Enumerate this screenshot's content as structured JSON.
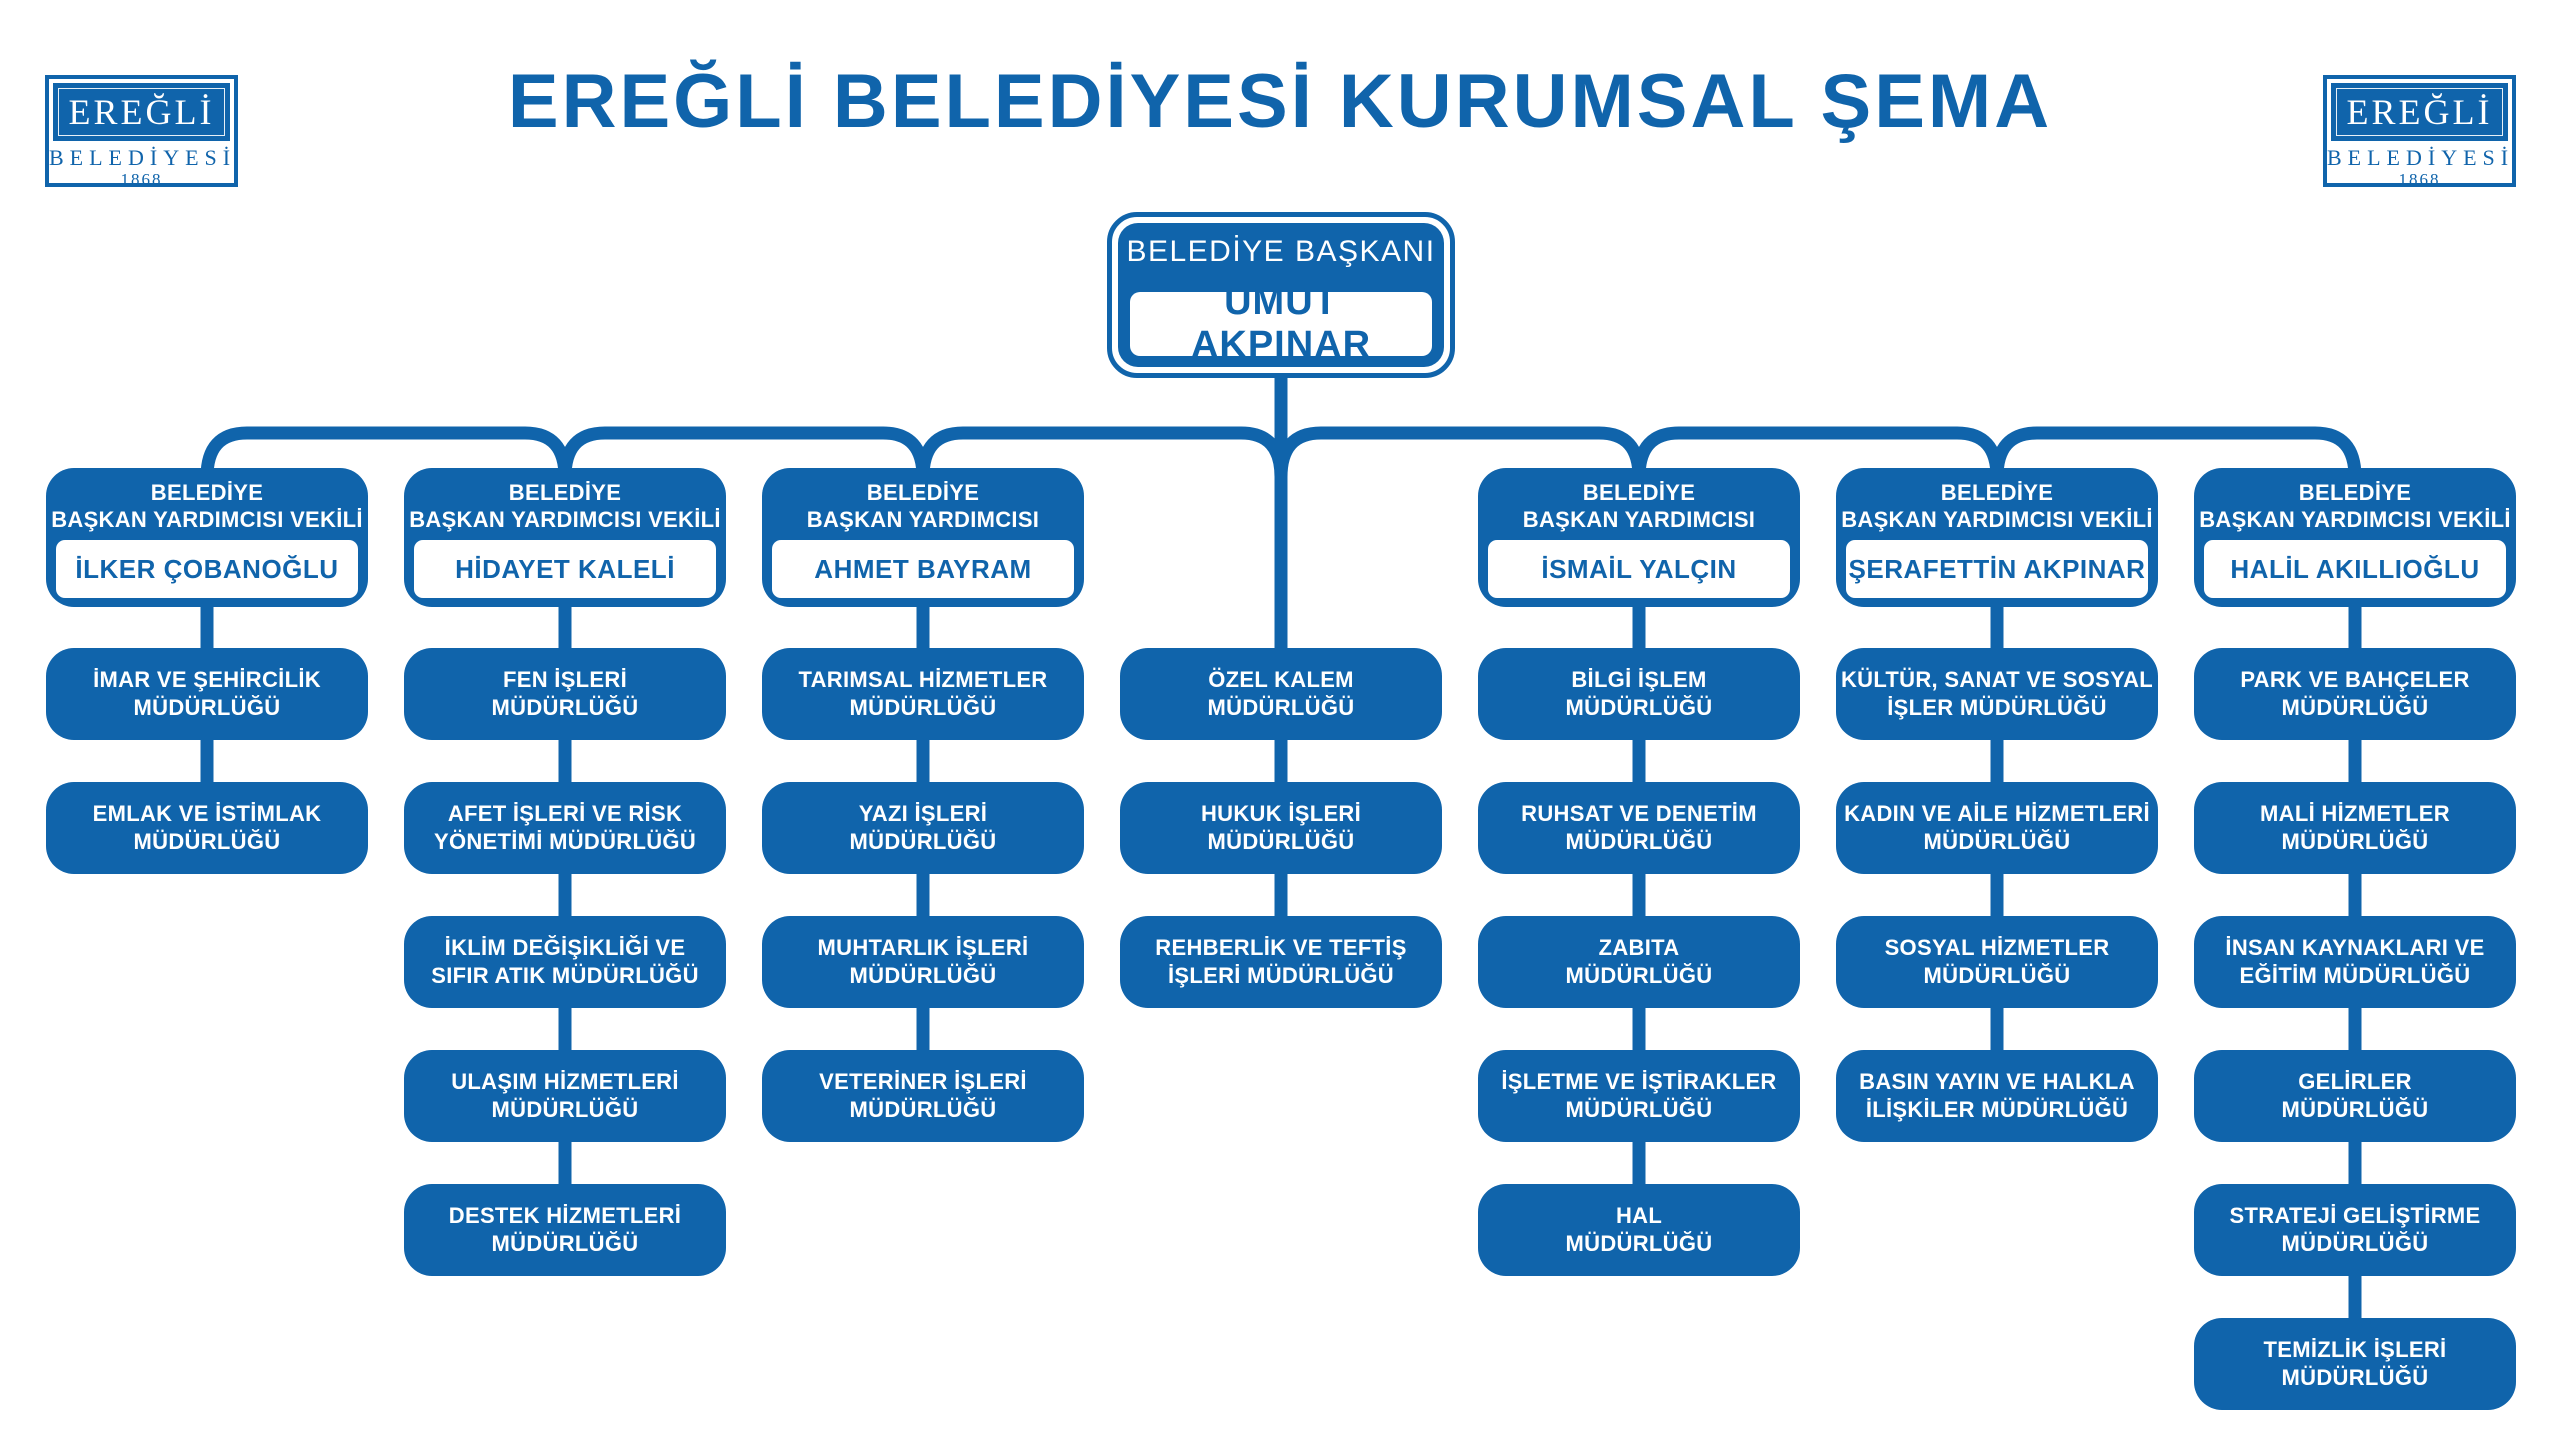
{
  "page_title": "EREĞLİ BELEDİYESİ KURUMSAL ŞEMA",
  "colors": {
    "primary_blue": "#1064ab",
    "text_on_blue": "#ffffff"
  },
  "logo": {
    "name": "EREĞLİ",
    "subtitle": "BELEDİYESİ",
    "year": "1868"
  },
  "mayor": {
    "role": "BELEDİYE BAŞKANI",
    "name": "UMUT AKPINAR"
  },
  "columns": [
    {
      "deputy": {
        "role": "BELEDİYE\nBAŞKAN YARDIMCISI VEKİLİ",
        "name": "İLKER ÇOBANOĞLU"
      },
      "departments": [
        "İMAR VE ŞEHİRCİLİK\nMÜDÜRLÜĞÜ",
        "EMLAK VE İSTİMLAK\nMÜDÜRLÜĞÜ"
      ]
    },
    {
      "deputy": {
        "role": "BELEDİYE\nBAŞKAN YARDIMCISI VEKİLİ",
        "name": "HİDAYET KALELİ"
      },
      "departments": [
        "FEN İŞLERİ\nMÜDÜRLÜĞÜ",
        "AFET İŞLERİ VE RİSK\nYÖNETİMİ MÜDÜRLÜĞÜ",
        "İKLİM DEĞİŞİKLİĞİ VE\nSIFIR ATIK MÜDÜRLÜĞÜ",
        "ULAŞIM HİZMETLERİ\nMÜDÜRLÜĞÜ",
        "DESTEK HİZMETLERİ\nMÜDÜRLÜĞÜ"
      ]
    },
    {
      "deputy": {
        "role": "BELEDİYE\nBAŞKAN YARDIMCISI",
        "name": "AHMET BAYRAM"
      },
      "departments": [
        "TARIMSAL HİZMETLER\nMÜDÜRLÜĞÜ",
        "YAZI İŞLERİ\nMÜDÜRLÜĞÜ",
        "MUHTARLIK İŞLERİ\nMÜDÜRLÜĞÜ",
        "VETERİNER İŞLERİ\nMÜDÜRLÜĞÜ"
      ]
    },
    {
      "deputy": null,
      "departments": [
        "ÖZEL KALEM\nMÜDÜRLÜĞÜ",
        "HUKUK İŞLERİ\nMÜDÜRLÜĞÜ",
        "REHBERLİK VE TEFTİŞ\nİŞLERİ MÜDÜRLÜĞÜ"
      ]
    },
    {
      "deputy": {
        "role": "BELEDİYE\nBAŞKAN YARDIMCISI",
        "name": "İSMAİL YALÇIN"
      },
      "departments": [
        "BİLGİ İŞLEM\nMÜDÜRLÜĞÜ",
        "RUHSAT VE DENETİM\nMÜDÜRLÜĞÜ",
        "ZABITA\nMÜDÜRLÜĞÜ",
        "İŞLETME VE İŞTİRAKLER\nMÜDÜRLÜĞÜ",
        "HAL\nMÜDÜRLÜĞÜ"
      ]
    },
    {
      "deputy": {
        "role": "BELEDİYE\nBAŞKAN YARDIMCISI VEKİLİ",
        "name": "ŞERAFETTİN AKPINAR"
      },
      "departments": [
        "KÜLTÜR, SANAT VE SOSYAL\nİŞLER MÜDÜRLÜĞÜ",
        "KADIN VE AİLE HİZMETLERİ\nMÜDÜRLÜĞÜ",
        "SOSYAL HİZMETLER\nMÜDÜRLÜĞÜ",
        "BASIN YAYIN VE HALKLA\nİLİŞKİLER MÜDÜRLÜĞÜ"
      ]
    },
    {
      "deputy": {
        "role": "BELEDİYE\nBAŞKAN YARDIMCISI VEKİLİ",
        "name": "HALİL AKILLIOĞLU"
      },
      "departments": [
        "PARK VE BAHÇELER\nMÜDÜRLÜĞÜ",
        "MALİ HİZMETLER\nMÜDÜRLÜĞÜ",
        "İNSAN KAYNAKLARI VE\nEĞİTİM MÜDÜRLÜĞÜ",
        "GELİRLER\nMÜDÜRLÜĞÜ",
        "STRATEJİ GELİŞTİRME\nMÜDÜRLÜĞÜ",
        "TEMİZLİK İŞLERİ\nMÜDÜRLÜĞÜ"
      ]
    }
  ]
}
